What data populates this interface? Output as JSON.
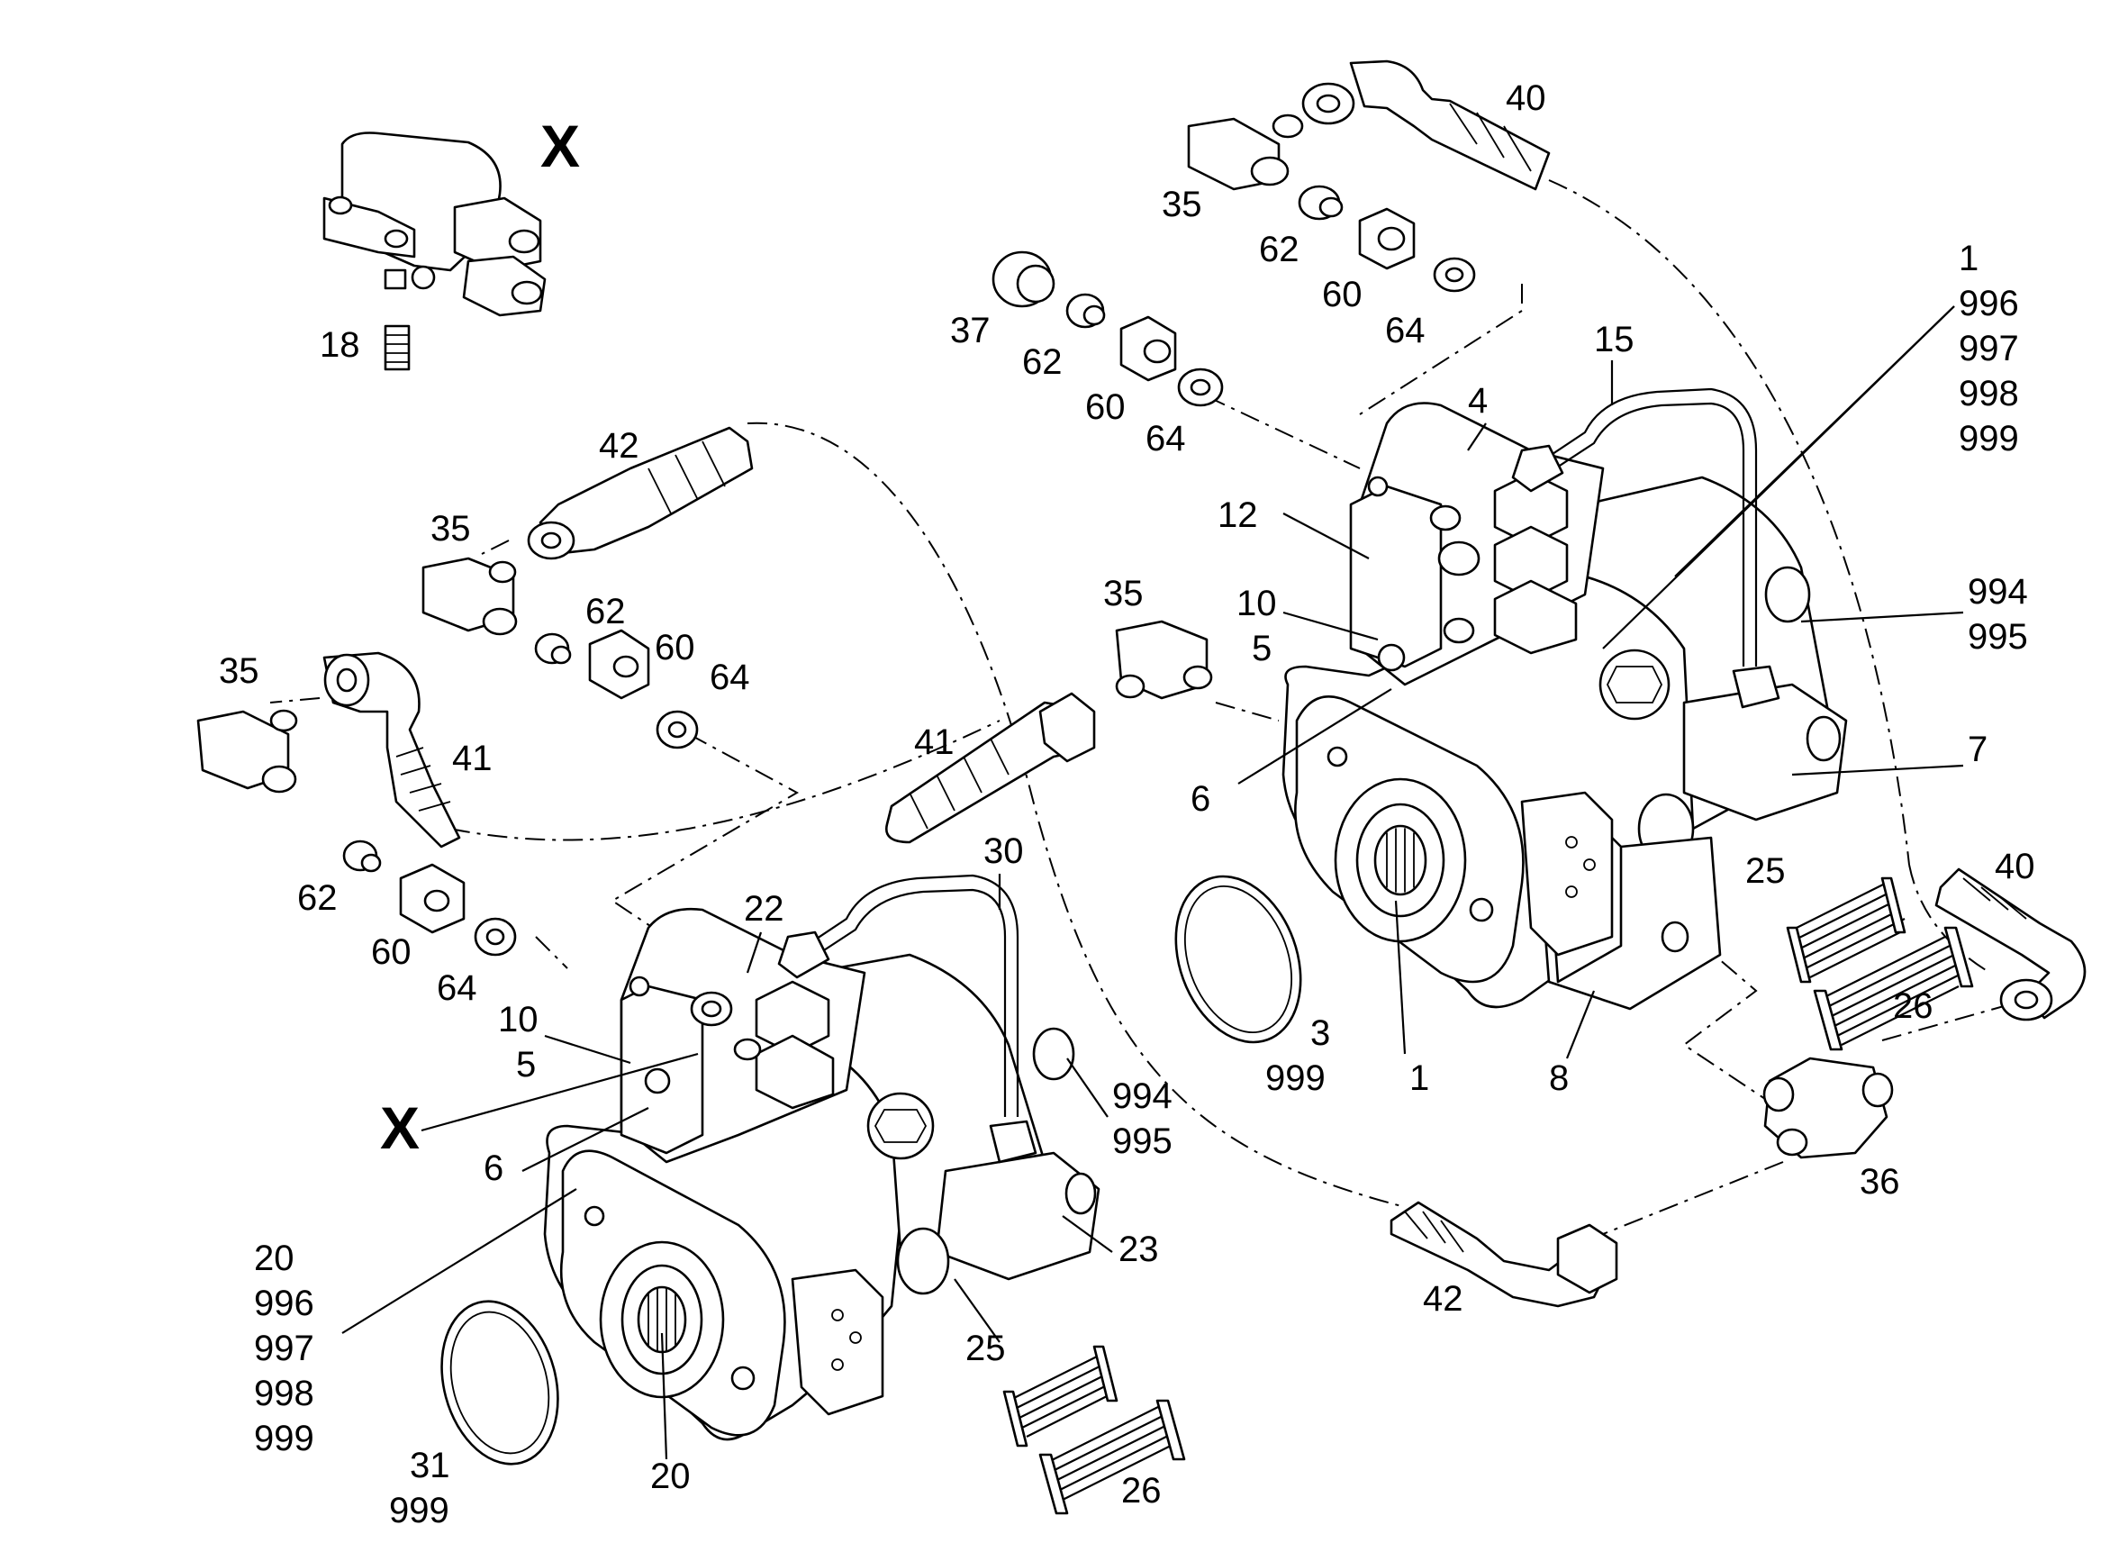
{
  "diagram": {
    "detail_marker": "X",
    "labels": {
      "x_detail_18": "18",
      "top_40": "40",
      "top_35": "35",
      "top_62": "62",
      "top_60": "60",
      "top_64": "64",
      "plug_37": "37",
      "mid_62": "62",
      "mid_60": "60",
      "mid_64": "64",
      "r_1": "1",
      "r_996": "996",
      "r_997": "997",
      "r_998": "998",
      "r_999": "999",
      "r_15": "15",
      "r_4": "4",
      "r_12": "12",
      "r_10": "10",
      "r_5": "5",
      "r_35": "35",
      "r_6": "6",
      "r_994": "994",
      "r_995": "995",
      "r_7": "7",
      "r_25": "25",
      "r_26": "26",
      "r_40": "40",
      "r_3": "3",
      "r_3_999": "999",
      "r_1_bottom": "1",
      "r_8": "8",
      "r_36": "36",
      "r_42": "42",
      "l_42": "42",
      "l_35_upper": "35",
      "l_35_left": "35",
      "l_62": "62",
      "l_60": "60",
      "l_64": "64",
      "l_41": "41",
      "c_41": "41",
      "l_62_b": "62",
      "l_60_b": "60",
      "l_64_b": "64",
      "l_22": "22",
      "l_30": "30",
      "l_10": "10",
      "l_5": "5",
      "l_x": "X",
      "l_6": "6",
      "l_994": "994",
      "l_995": "995",
      "l_20": "20",
      "l_996": "996",
      "l_997": "997",
      "l_998": "998",
      "l_999": "999",
      "l_23": "23",
      "l_25": "25",
      "l_26": "26",
      "l_31": "31",
      "l_31_999": "999",
      "l_20_bottom": "20"
    }
  }
}
